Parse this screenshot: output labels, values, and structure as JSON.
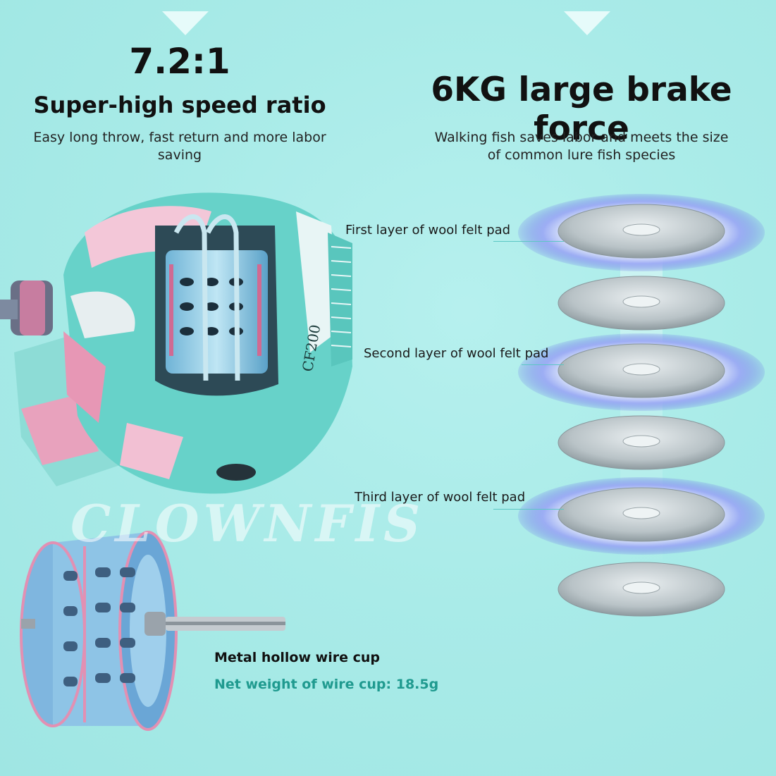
{
  "speed": {
    "ratio": "7.2:1",
    "title": "Super-high speed ratio",
    "desc_line1": "Easy long throw, fast return and more labor",
    "desc_line2": "saving"
  },
  "brake": {
    "title": "6KG large brake force",
    "desc_line1": "Walking fish saves labor and meets the size",
    "desc_line2": "of common lure fish species"
  },
  "pads": [
    {
      "label": "First layer of wool felt pad"
    },
    {
      "label": "Second layer of wool felt pad"
    },
    {
      "label": "Third layer of wool felt pad"
    }
  ],
  "cup": {
    "title": "Metal hollow wire cup",
    "weight": "Net weight of wire cup: 18.5g"
  },
  "watermark": "CLOWNFIS",
  "reel_model": "CF200",
  "colors": {
    "background": "#a9ebe8",
    "accent_text": "#1f9a8f",
    "reel_teal": "#5fd4cc",
    "reel_pink": "#e48aa8",
    "glow": "#7c86f0"
  }
}
